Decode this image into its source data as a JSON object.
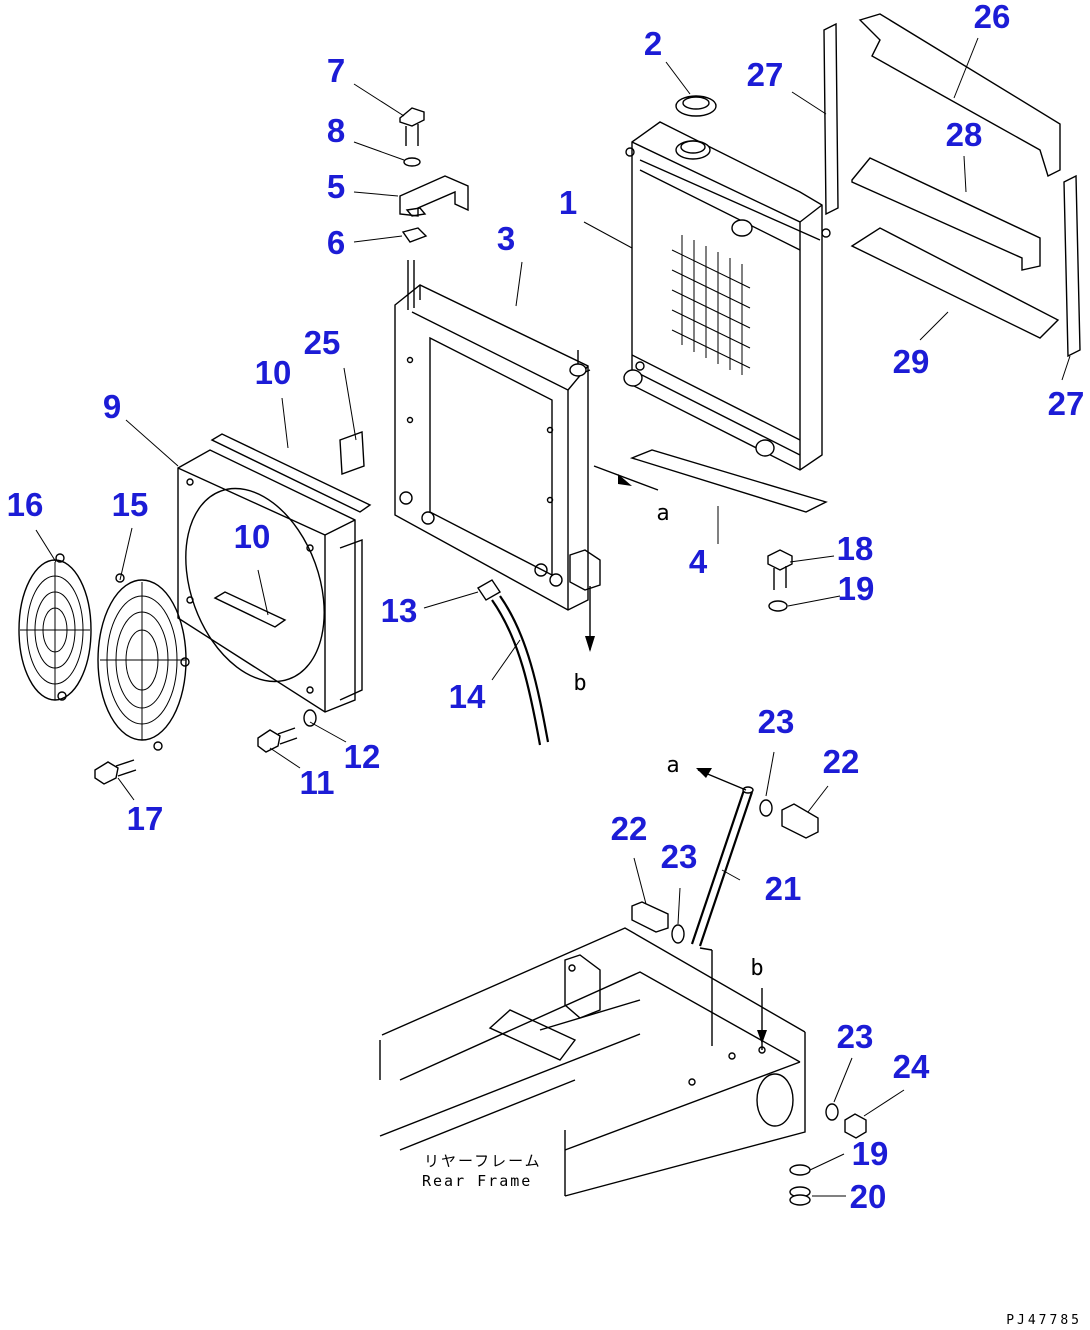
{
  "callouts": [
    "1",
    "2",
    "3",
    "4",
    "5",
    "6",
    "7",
    "8",
    "9",
    "10",
    "10",
    "11",
    "12",
    "13",
    "14",
    "15",
    "16",
    "17",
    "18",
    "19",
    "19",
    "20",
    "21",
    "22",
    "22",
    "23",
    "23",
    "23",
    "24",
    "25",
    "26",
    "27",
    "27",
    "28",
    "29"
  ],
  "flow_marks": {
    "a_upper": "a",
    "b_upper": "b",
    "a_lower": "a",
    "b_lower": "b"
  },
  "frame_label": {
    "jp": "リヤーフレーム",
    "en": "Rear Frame"
  },
  "drawing_number": "PJ47785",
  "colors": {
    "callout": "#1c1cd6",
    "line": "#000000",
    "background": "#ffffff"
  }
}
